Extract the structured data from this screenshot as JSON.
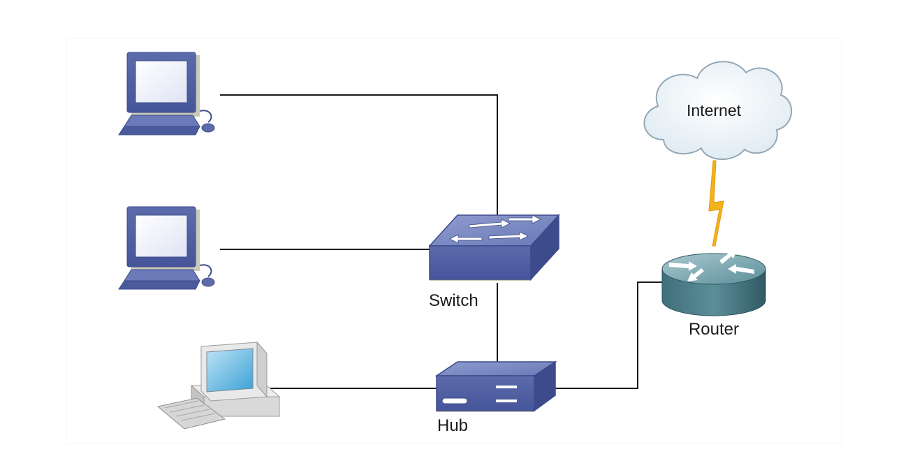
{
  "diagram": {
    "nodes": {
      "internet": {
        "label": "Internet",
        "icon": "cloud-icon"
      },
      "router": {
        "label": "Router",
        "icon": "router-icon"
      },
      "switch": {
        "label": "Switch",
        "icon": "switch-icon"
      },
      "hub": {
        "label": "Hub",
        "icon": "hub-icon"
      },
      "pc1": {
        "label": "",
        "icon": "computer-icon"
      },
      "pc2": {
        "label": "",
        "icon": "computer-icon"
      },
      "pc3": {
        "label": "",
        "icon": "desktop-computer-icon"
      }
    },
    "links": [
      {
        "from": "pc1",
        "to": "switch",
        "type": "wired"
      },
      {
        "from": "pc2",
        "to": "switch",
        "type": "wired"
      },
      {
        "from": "switch",
        "to": "hub",
        "type": "wired"
      },
      {
        "from": "pc3",
        "to": "hub",
        "type": "wired"
      },
      {
        "from": "hub",
        "to": "router",
        "type": "wired"
      },
      {
        "from": "router",
        "to": "internet",
        "type": "wan-lightning"
      }
    ],
    "colors": {
      "device_blue": "#5a6aa8",
      "router_teal": "#5d8f9a",
      "lightning": "#f3b21c",
      "cloud_fill": "#eef4f8",
      "line": "#1a1a1a"
    }
  }
}
